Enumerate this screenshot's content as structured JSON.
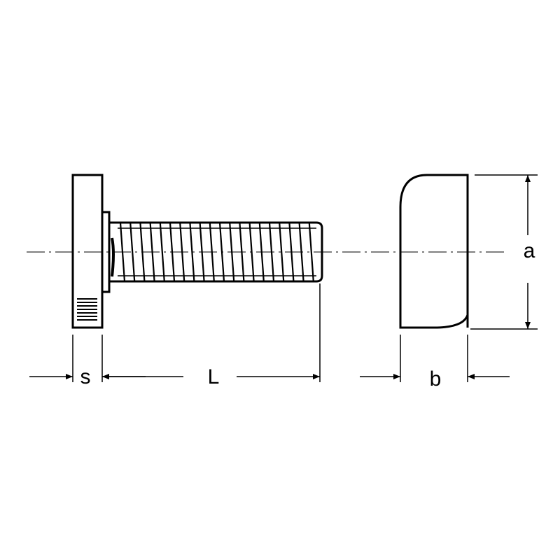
{
  "labels": {
    "s": "s",
    "L": "L",
    "b": "b",
    "a": "a"
  },
  "colors": {
    "line": "#000000",
    "background": "#ffffff"
  }
}
